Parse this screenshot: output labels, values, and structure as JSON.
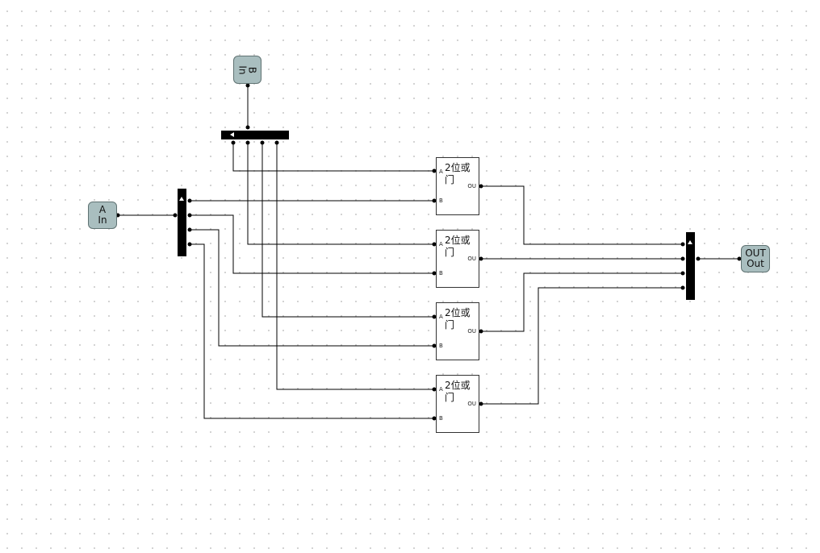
{
  "inputs": {
    "a": {
      "name": "A",
      "kind": "In"
    },
    "b": {
      "name": "B",
      "kind": "In"
    }
  },
  "output": {
    "name": "OUT",
    "kind": "Out"
  },
  "gates": [
    {
      "title": "2位或门",
      "pin_a": "A",
      "pin_b": "B",
      "pin_out": "OU"
    },
    {
      "title": "2位或门",
      "pin_a": "A",
      "pin_b": "B",
      "pin_out": "OU"
    },
    {
      "title": "2位或门",
      "pin_a": "A",
      "pin_b": "B",
      "pin_out": "OU"
    },
    {
      "title": "2位或门",
      "pin_a": "A",
      "pin_b": "B",
      "pin_out": "OU"
    }
  ],
  "colors": {
    "io_fill": "#a9bebf",
    "io_border": "#5f7272",
    "wire": "#000000",
    "grid_dot": "#c8c8c8"
  },
  "icons": {
    "splitter_arrow_up": "arrow-up-icon",
    "splitter_arrow_left": "arrow-left-icon"
  }
}
